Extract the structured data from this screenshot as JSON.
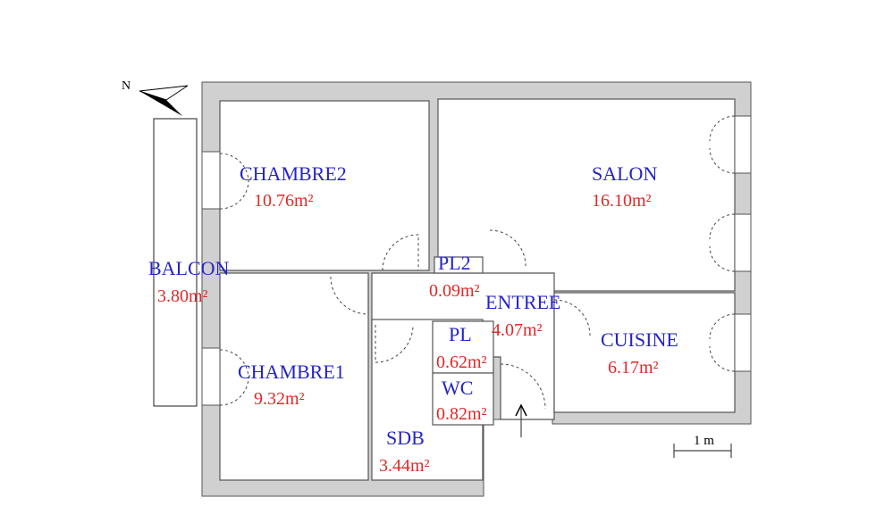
{
  "compass": {
    "label": "N"
  },
  "scale": {
    "label": "1 m"
  },
  "rooms": {
    "chambre2": {
      "name": "CHAMBRE2",
      "area": "10.76m²"
    },
    "salon": {
      "name": "SALON",
      "area": "16.10m²"
    },
    "balcon": {
      "name": "BALCON",
      "area": "3.80m²"
    },
    "pl2": {
      "name": "PL2",
      "area": "0.09m²"
    },
    "entree": {
      "name": "ENTREE",
      "area": "4.07m²"
    },
    "pl": {
      "name": "PL",
      "area": "0.62m²"
    },
    "cuisine": {
      "name": "CUISINE",
      "area": "6.17m²"
    },
    "chambre1": {
      "name": "CHAMBRE1",
      "area": "9.32m²"
    },
    "wc": {
      "name": "WC",
      "area": "0.82m²"
    },
    "sdb": {
      "name": "SDB",
      "area": "3.44m²"
    }
  },
  "colors": {
    "name": "#2424c8",
    "area": "#e02828",
    "wall": "#d0d0d0"
  }
}
